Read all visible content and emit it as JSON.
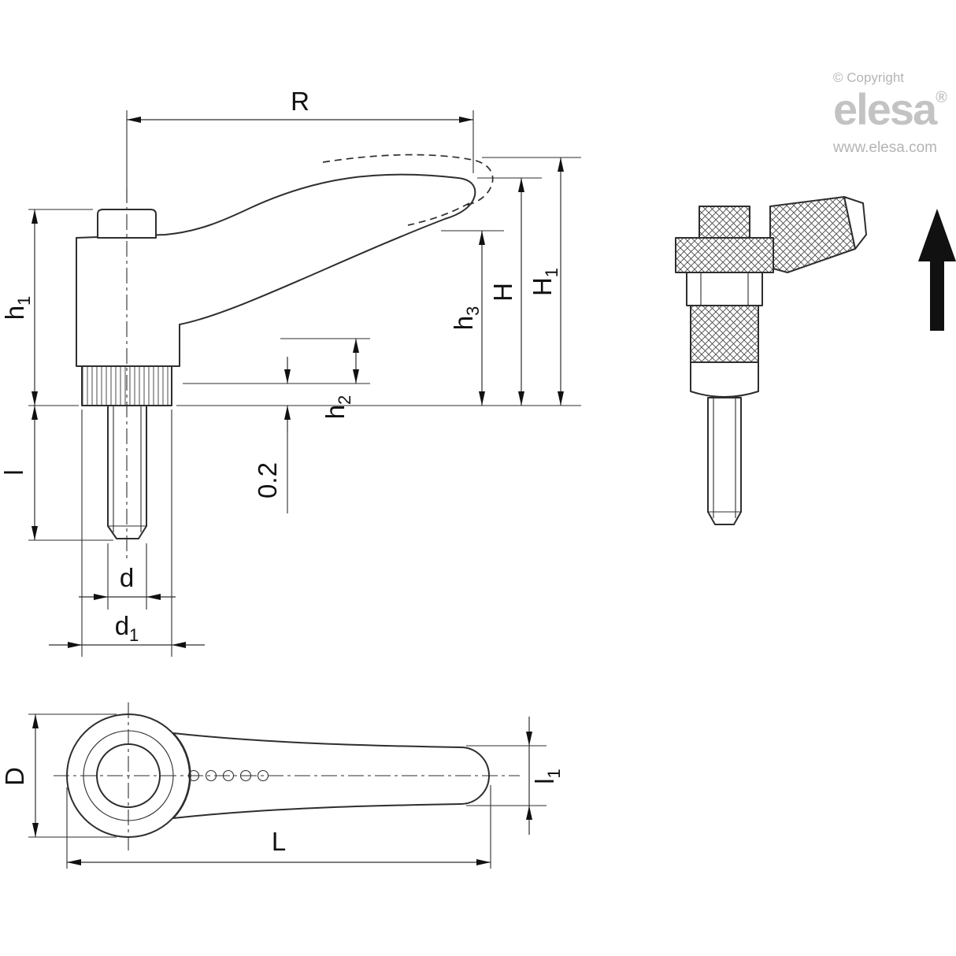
{
  "branding": {
    "copyright": "© Copyright",
    "logo": "elesa",
    "registered_mark": "®",
    "website": "www.elesa.com"
  },
  "dimension_labels": {
    "R": {
      "base": "R",
      "sub": ""
    },
    "h1": {
      "base": "h",
      "sub": "1"
    },
    "l": {
      "base": "l",
      "sub": ""
    },
    "d": {
      "base": "d",
      "sub": ""
    },
    "d1": {
      "base": "d",
      "sub": "1"
    },
    "h2": {
      "base": "h",
      "sub": "2"
    },
    "h3": {
      "base": "h",
      "sub": "3"
    },
    "H": {
      "base": "H",
      "sub": ""
    },
    "H1": {
      "base": "H",
      "sub": "1"
    },
    "gap": {
      "base": "0.2",
      "sub": ""
    },
    "D": {
      "base": "D",
      "sub": ""
    },
    "L": {
      "base": "L",
      "sub": ""
    },
    "l1": {
      "base": "l",
      "sub": "1"
    }
  }
}
